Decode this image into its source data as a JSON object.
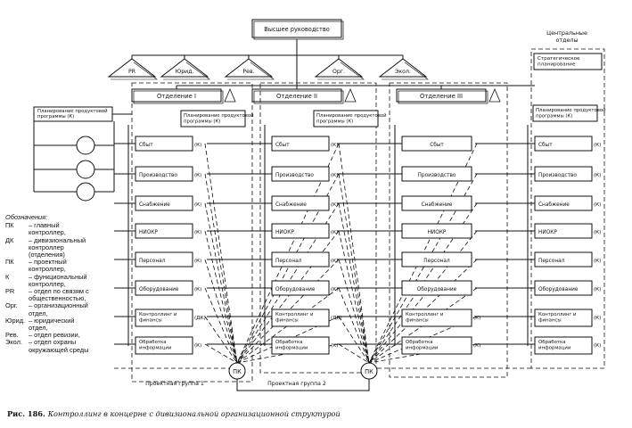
{
  "top_box": "Высшее руководство",
  "central_title": "Центральные отделы",
  "strategic": "Стратегическое планирование",
  "staff": [
    "PR",
    "Юрид.",
    "Рев.",
    "Орг.",
    "Экол."
  ],
  "divisions": [
    "Отделение I",
    "Отделение II",
    "Отделение III"
  ],
  "planning_left": "Планирование продуктовой программы (К)",
  "planning_col": "Планирование продуктовой программы (К)",
  "functions": {
    "col1": [
      "Сбыт",
      "Производство",
      "Снабжение",
      "НИОКР",
      "Персонал",
      "Оборудование",
      "Контроллинг и финансы",
      "Обработка информации"
    ],
    "col2": [
      "Сбыт",
      "Производство",
      "Снабжение",
      "НИОКР",
      "Персонал",
      "Оборудование",
      "Контроллинг и финансы",
      "Обработка информации"
    ],
    "col3": [
      "Сбыт",
      "Производство",
      "Снабжение",
      "НИОКР",
      "Персонал",
      "Оборудование",
      "Контроллинг и финансы",
      "Обработка информации"
    ],
    "col4": [
      "Сбыт",
      "Производство",
      "Снабжение",
      "НИОКР",
      "Персонал",
      "Оборудование",
      "Контроллинг и финансы",
      "Обработка информации"
    ]
  },
  "marks": {
    "col1": [
      "(К)",
      "(К)",
      "(К)",
      "(К)",
      "(К)",
      "(К)",
      "(ДК)",
      "(К)"
    ],
    "col2": [
      "(К)",
      "(К)",
      "(К)",
      "(К)",
      "(К)",
      "(К)",
      "(ДК)",
      "(К)"
    ],
    "col3": [
      "",
      "",
      "",
      "",
      "",
      "",
      "(К)",
      "(К)"
    ],
    "col4": [
      "(К)",
      "(К)",
      "(К)",
      "(К)",
      "(К)",
      "(К)",
      "(К)",
      "(К)"
    ]
  },
  "pk": [
    "ПК",
    "ПК"
  ],
  "groups": [
    "Проектная группа 1",
    "Проектная группа 2"
  ],
  "legend": {
    "title": "Обозначения:",
    "items": [
      {
        "abbr": "ПК",
        "text": "– главный контроллер,"
      },
      {
        "abbr": "ДК",
        "text": "– дивизиональный контроллер (отделения)"
      },
      {
        "abbr": "ПК",
        "text": "– проектный контроллер,"
      },
      {
        "abbr": "К",
        "text": "– функциональный контроллер,"
      },
      {
        "abbr": "PR",
        "text": "– отдел по связям с общественностью,"
      },
      {
        "abbr": "Орг.",
        "text": "– организационный отдел,"
      },
      {
        "abbr": "Юрид.",
        "text": "– юридический отдел,"
      },
      {
        "abbr": "Рев.",
        "text": "– отдел ревизии,"
      },
      {
        "abbr": "Экол.",
        "text": "– отдел охраны окружающей среды"
      }
    ]
  },
  "caption": {
    "label": "Рис. 186.",
    "text": "Контроллинг в концерне с дивизиональной организационной структурой"
  }
}
